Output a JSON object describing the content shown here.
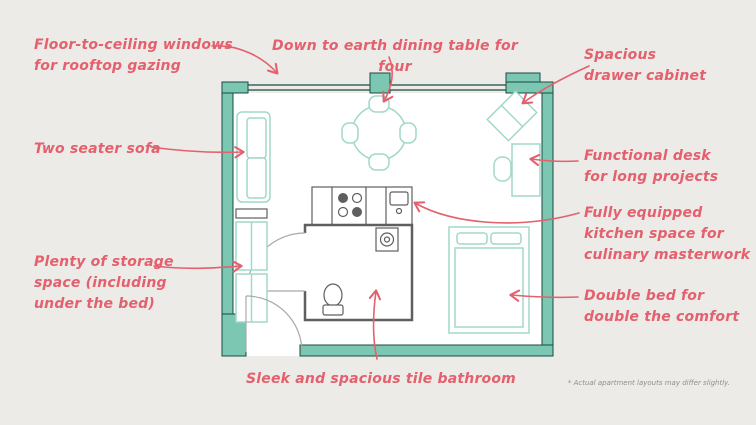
{
  "title": "Apartment floor plan",
  "colors": {
    "background": "#ecebe8",
    "annotation": "#e4606d",
    "wall_fill": "#7cc7b2",
    "wall_stroke": "#1d4a41",
    "furniture": "#a2d8c8",
    "fixture": "#5f5f5f",
    "door": "#a9a9a9",
    "disclaimer_text": "#8e8e8e"
  },
  "annotations": {
    "windows": "Floor-to-ceiling windows\nfor rooftop gazing",
    "dining": "Down to earth dining table for four",
    "cabinet": "Spacious\ndrawer cabinet",
    "sofa": "Two seater sofa",
    "desk": "Functional desk\nfor long projects",
    "kitchen": "Fully equipped\nkitchen space for\nculinary masterwork",
    "storage": "Plenty of storage\nspace (including\nunder the bed)",
    "bed": "Double bed for\ndouble the comfort",
    "bathroom": "Sleek and spacious tile bathroom",
    "disclaimer": "* Actual apartment layouts may differ slightly."
  },
  "floor_plan": {
    "furniture": [
      "two-seater-sofa",
      "dining-table-for-four",
      "drawer-cabinet",
      "desk",
      "kitchen-counter",
      "toilet",
      "washing-machine",
      "double-bed",
      "storage-units"
    ]
  }
}
